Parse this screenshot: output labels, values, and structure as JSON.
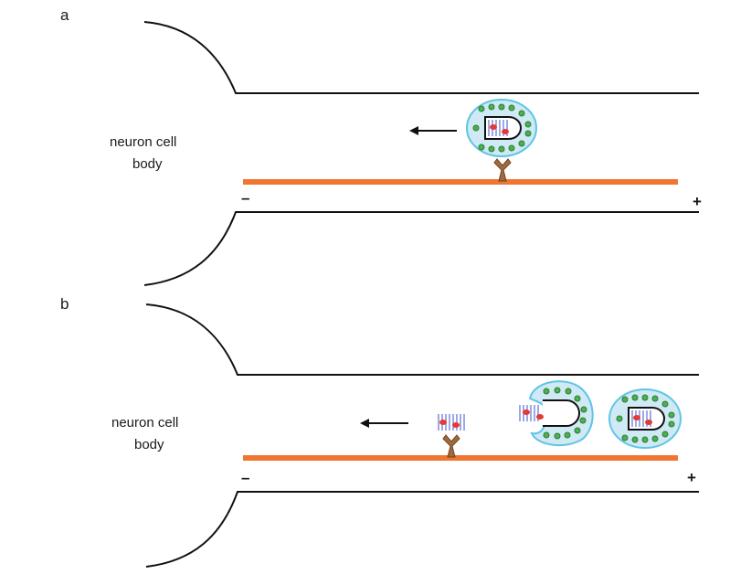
{
  "panels": [
    {
      "letter": "a",
      "cell_label_line1": "neuron cell",
      "cell_label_line2": "body",
      "minus": "–",
      "plus": "+"
    },
    {
      "letter": "b",
      "cell_label_line1": "neuron cell",
      "cell_label_line2": "body",
      "minus": "–",
      "plus": "+"
    }
  ],
  "colors": {
    "microtubule": "#f07531",
    "vesicle_fill": "#cfe9f5",
    "vesicle_stroke": "#5ec5e6",
    "membrane_protein": "#4caf50",
    "membrane_protein_stroke": "#2e7d32",
    "cargo_red": "#e53935",
    "cargo_blue": "#5b6fd6",
    "motor": "#a06a3c",
    "outline": "#111111"
  },
  "icons": {
    "arrow": "retrograde-arrow-icon",
    "motor": "dynein-motor-icon",
    "vesicle": "membrane-vesicle-icon"
  }
}
